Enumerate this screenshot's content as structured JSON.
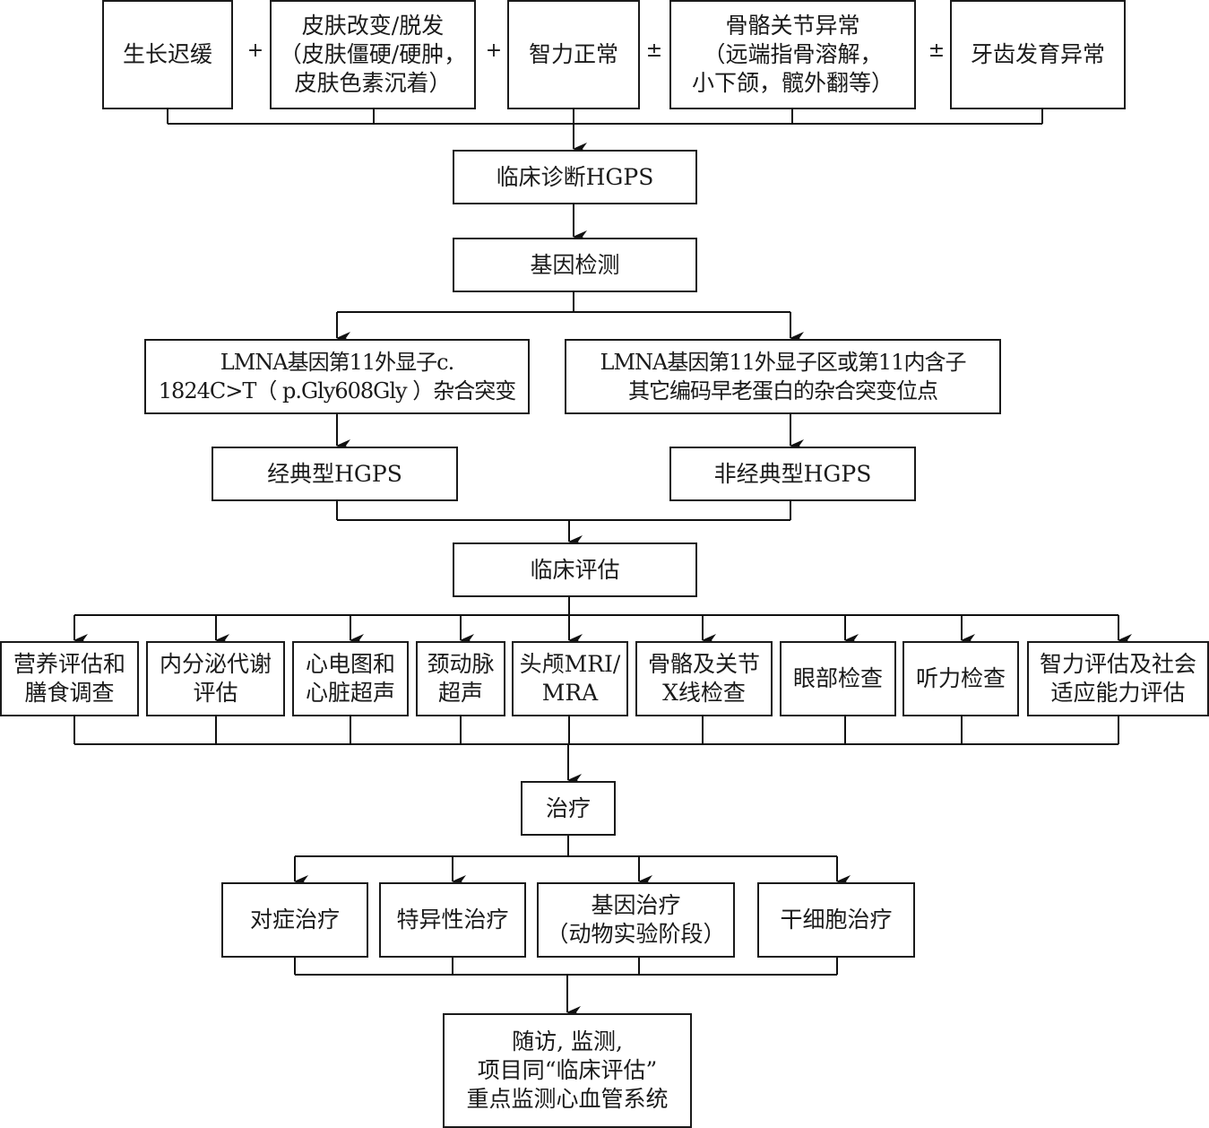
{
  "diagram": {
    "title": "HGPS diagnosis and management flowchart",
    "criteria": [
      {
        "label": "生长迟缓"
      },
      {
        "label": "皮肤改变/脱发\n（皮肤僵硬/硬肿，\n皮肤色素沉着）"
      },
      {
        "label": "智力正常"
      },
      {
        "label": "骨骼关节异常\n（远端指骨溶解，\n小下颌，髋外翻等）"
      },
      {
        "label": "牙齿发育异常"
      }
    ],
    "operators": [
      "+",
      "+",
      "±",
      "±"
    ],
    "clinical_diagnosis": "临床诊断HGPS",
    "genetic_testing": "基因检测",
    "mutations": [
      {
        "label": "LMNA基因第11外显子c.\n1824C>T（ p.Gly608Gly ）杂合突变"
      },
      {
        "label": "LMNA基因第11外显子区或第11内含子\n其它编码早老蛋白的杂合突变位点"
      }
    ],
    "types": [
      {
        "label": "经典型HGPS"
      },
      {
        "label": "非经典型HGPS"
      }
    ],
    "clinical_assessment": "临床评估",
    "assessments": [
      {
        "label": "营养评估和\n膳食调查"
      },
      {
        "label": "内分泌代谢\n评估"
      },
      {
        "label": "心电图和\n心脏超声"
      },
      {
        "label": "颈动脉\n超声"
      },
      {
        "label": "头颅MRI/\nMRA"
      },
      {
        "label": "骨骼及关节\nX线检查"
      },
      {
        "label": "眼部检查"
      },
      {
        "label": "听力检查"
      },
      {
        "label": "智力评估及社会\n适应能力评估"
      }
    ],
    "treatment": "治疗",
    "treatments": [
      {
        "label": "对症治疗"
      },
      {
        "label": "特异性治疗"
      },
      {
        "label": "基因治疗\n（动物实验阶段）"
      },
      {
        "label": "干细胞治疗"
      }
    ],
    "follow_up": "随访, 监测,\n项目同“临床评估”\n重点监测心血管系统"
  }
}
